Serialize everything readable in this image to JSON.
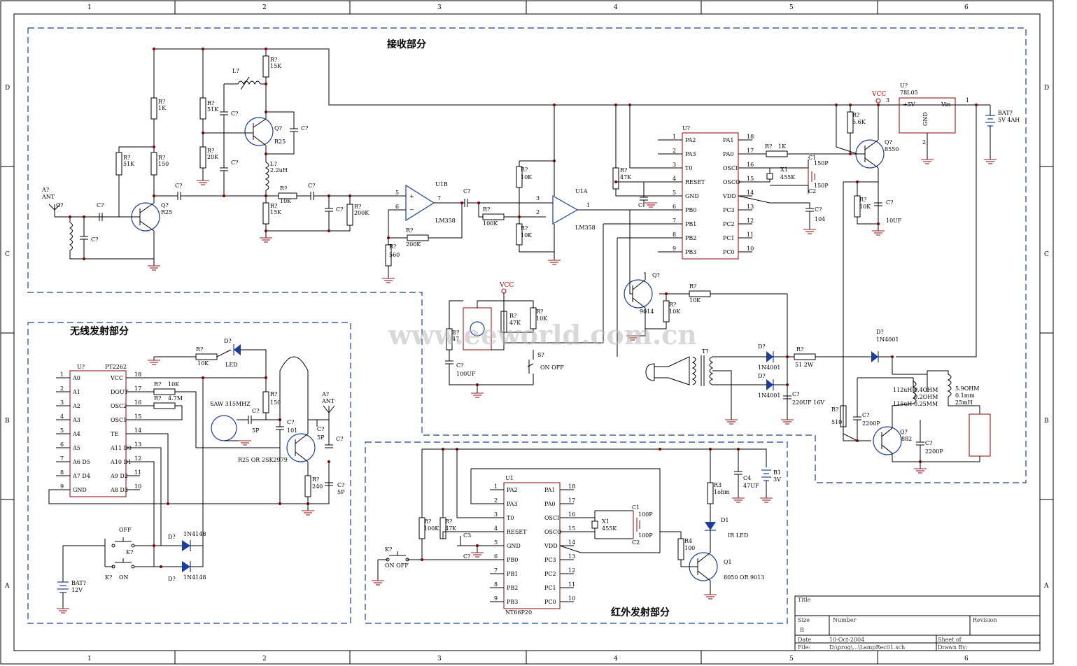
{
  "border": {
    "cols": [
      "1",
      "2",
      "3",
      "4",
      "5",
      "6"
    ],
    "rows": [
      "D",
      "C",
      "B",
      "A"
    ]
  },
  "sections": {
    "receive": "接收部分",
    "rf_tx": "无线发射部分",
    "ir_tx": "红外发射部分"
  },
  "watermark": "www.eeworld.com.cn",
  "net": {
    "vcc": "VCC"
  },
  "receive": {
    "ant": {
      "ref": "A?",
      "val": "ANT"
    },
    "r1": {
      "ref": "R?",
      "val": "1K"
    },
    "r2": {
      "ref": "R?",
      "val": "51K"
    },
    "r3": {
      "ref": "R?",
      "val": "150"
    },
    "r4": {
      "ref": "R?",
      "val": "51K"
    },
    "r5": {
      "ref": "R?",
      "val": "20K"
    },
    "r6": {
      "ref": "R?",
      "val": "15K"
    },
    "r7": {
      "ref": "R?",
      "val": "10K"
    },
    "r8": {
      "ref": "R?",
      "val": "15K"
    },
    "r9": {
      "ref": "R?",
      "val": "200K"
    },
    "r10": {
      "ref": "R?",
      "val": "560"
    },
    "r11": {
      "ref": "R?",
      "val": "200K"
    },
    "r12": {
      "ref": "R?",
      "val": "100K"
    },
    "r13": {
      "ref": "R?",
      "val": "10K"
    },
    "r14": {
      "ref": "R?",
      "val": "10K"
    },
    "r15": {
      "ref": "R?",
      "val": "47K"
    },
    "r16": {
      "ref": "R?",
      "val": "1K"
    },
    "r17": {
      "ref": "R?",
      "val": "5.6K"
    },
    "r18": {
      "ref": "R?",
      "val": "10K"
    },
    "l1": {
      "ref": "L?",
      "val": ""
    },
    "l2": {
      "ref": "L?",
      "val": "2.2uH"
    },
    "q1": {
      "ref": "Q?",
      "val": "R25"
    },
    "q2": {
      "ref": "Q?",
      "val": "R25"
    },
    "q3": {
      "ref": "Q?",
      "val": "8550"
    },
    "c": "C?",
    "u1b": {
      "ref": "U1B",
      "val": "LM358"
    },
    "u1a": {
      "ref": "U1A",
      "val": "LM358"
    },
    "pins": {
      "u1b_5": "5",
      "u1b_6": "6",
      "u1b_7": "7",
      "u1a_3": "3",
      "u1a_2": "2",
      "u1a_1": "1"
    },
    "x1": {
      "ref": "X1",
      "val": "455K"
    },
    "c1": {
      "ref": "C1",
      "val": "150P"
    },
    "c2": {
      "ref": "C2",
      "val": "150P"
    },
    "c_reg": {
      "ref": "C?",
      "val": "104"
    },
    "c_el": {
      "ref": "C?",
      "val": "10UF"
    },
    "reg": {
      "ref": "U?",
      "val": "78L05",
      "in": "Vin",
      "out": "+5V",
      "gnd": "GND",
      "p1": "1",
      "p3": "3",
      "p2": "2"
    },
    "bat": {
      "ref": "BAT?",
      "val": "5V 4AH"
    }
  },
  "mcu_rx": {
    "ref": "U?",
    "left": [
      "PA2",
      "PA3",
      "T0",
      "RESET",
      "GND",
      "PB0",
      "PB1",
      "PB2",
      "PB3"
    ],
    "lpins": [
      "1",
      "2",
      "3",
      "4",
      "5",
      "6",
      "7",
      "8",
      "9"
    ],
    "right": [
      "PA1",
      "PA0",
      "OSCI",
      "OSCO",
      "VDD",
      "PC3",
      "PC2",
      "PC1",
      "PC0"
    ],
    "rpins": [
      "18",
      "17",
      "16",
      "15",
      "14",
      "13",
      "12",
      "11",
      "10"
    ]
  },
  "mid": {
    "ir_rx": {
      "ref": "",
      "val": ""
    },
    "r1": {
      "ref": "R?",
      "val": "47"
    },
    "r2": {
      "ref": "R?",
      "val": "47K"
    },
    "r3": {
      "ref": "R?",
      "val": "10K"
    },
    "c1": {
      "ref": "C?",
      "val": "100UF"
    },
    "sw": {
      "ref": "S?",
      "val": "ON OFF"
    },
    "q": {
      "ref": "Q?",
      "val": "9014"
    },
    "r4": {
      "ref": "R?",
      "val": "10K"
    },
    "r5": {
      "ref": "R?",
      "val": "10K"
    },
    "plug": "",
    "tr": {
      "ref": "T?",
      "val": ""
    },
    "d1": {
      "ref": "D?",
      "val": "1N4001"
    },
    "d2": {
      "ref": "D?",
      "val": "1N4001"
    },
    "r6": {
      "ref": "R?",
      "val": "51 2W"
    },
    "c2": {
      "ref": "C?",
      "val": "220UF 16V"
    },
    "d3": {
      "ref": "D?",
      "val": "1N4001"
    },
    "lamp": {
      "l1": "112uH  0.4OHM",
      "l2": "0.2OHM",
      "l3": "115uH  0.25MM",
      "r1": "5.9OHM",
      "r2": "0.1mm",
      "r3": "25mH"
    },
    "r7": {
      "ref": "R?",
      "val": "510"
    },
    "c3": {
      "ref": "C?",
      "val": "2200P"
    },
    "c4": {
      "ref": "C?",
      "val": "2200P"
    },
    "q2": {
      "ref": "Q?",
      "val": "882"
    }
  },
  "rf": {
    "led": {
      "ref": "D?",
      "val": "LED"
    },
    "r1": {
      "ref": "R?",
      "val": "10K"
    },
    "u": {
      "ref": "U?",
      "val": "PT2262"
    },
    "left": [
      "A0",
      "A1",
      "A2",
      "A3",
      "A4",
      "A5",
      "A6 D5",
      "A7 D4",
      "GND"
    ],
    "lpins": [
      "1",
      "2",
      "3",
      "4",
      "5",
      "6",
      "7",
      "8",
      "9"
    ],
    "right": [
      "VCC",
      "DOUT",
      "OSC2",
      "OSC1",
      "TE",
      "A11 D0",
      "A10 D1",
      "A9 D2",
      "A8 D3"
    ],
    "rpins": [
      "18",
      "17",
      "16",
      "15",
      "14",
      "13",
      "12",
      "11",
      "10"
    ],
    "r2": {
      "ref": "R?",
      "val": "10K"
    },
    "r3": {
      "ref": "R?",
      "val": "4.7M"
    },
    "r4": {
      "ref": "R?",
      "val": "150"
    },
    "saw": "SAW 315MHZ",
    "c1": {
      "ref": "C?",
      "val": "5P"
    },
    "c2": {
      "ref": "C?",
      "val": "101"
    },
    "c3": {
      "ref": "C?",
      "val": "5P"
    },
    "q": {
      "ref": "R25 OR 2SK2979"
    },
    "ant": {
      "ref": "A?",
      "val": "ANT"
    },
    "r5": {
      "ref": "R?",
      "val": "240"
    },
    "c4": {
      "ref": "C?",
      "val": "5P"
    },
    "c5": {
      "ref": "C?",
      "val": ""
    },
    "off": "OFF",
    "on": "ON",
    "k1": "K?",
    "k2": "K?",
    "d1": {
      "ref": "D?",
      "val": "1N4148"
    },
    "d2": {
      "ref": "D?",
      "val": "1N4148"
    },
    "bat": {
      "ref": "BAT?",
      "val": "12V"
    }
  },
  "ir": {
    "k": {
      "ref": "K?",
      "val": "ON OFF"
    },
    "r1": {
      "ref": "R?",
      "val": "100K"
    },
    "r2": {
      "ref": "R?",
      "val": "47K"
    },
    "c3": {
      "ref": "C3",
      "val": "C?"
    },
    "u": {
      "ref": "U1",
      "val": "NT66P20"
    },
    "x1": {
      "ref": "X1",
      "val": "455K"
    },
    "c1": {
      "ref": "C1",
      "val": "100P"
    },
    "c2": {
      "ref": "C2",
      "val": "100P"
    },
    "c4": {
      "ref": "C4",
      "val": "47UF"
    },
    "b1": {
      "ref": "B1",
      "val": "3V"
    },
    "r3": {
      "ref": "R3",
      "val": "1ohm"
    },
    "d1": {
      "ref": "D1",
      "val": "IR LED"
    },
    "r4": {
      "ref": "R4",
      "val": "100"
    },
    "q1": {
      "ref": "Q1",
      "val": "8050 OR 9013"
    }
  },
  "titleblock": {
    "title": "Title",
    "size": "Size",
    "size_val": "B",
    "number": "Number",
    "revision": "Revision",
    "date": "Date",
    "date_val": "10-Oct-2004",
    "sheet": "Sheet   of",
    "file": "File:",
    "file_val": "D:\\prog\\...\\LampRec01.sch",
    "drawn": "Drawn By:"
  }
}
